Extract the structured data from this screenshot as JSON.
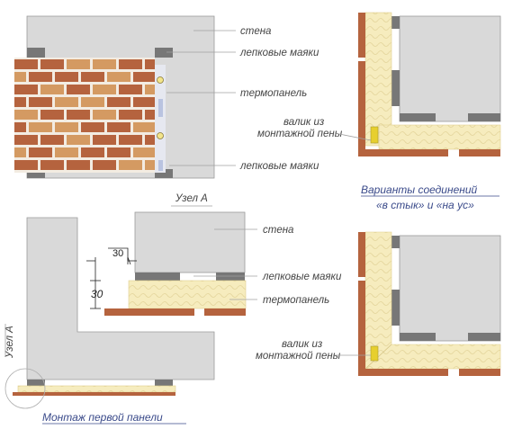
{
  "colors": {
    "wall": "#d9d9d9",
    "wall_edge": "#8e8e8e",
    "beacon": "#777777",
    "insulation": "#f6ecbe",
    "insulation_line": "#e6d7a0",
    "brick_dark": "#b5633e",
    "brick_light": "#d49a62",
    "foam": "#e7cf2e",
    "leader": "#a0a0a0",
    "caption": "#3a4a8a"
  },
  "labels": {
    "wall": "стена",
    "beacons": "лепковые маяки",
    "thermopanel": "термопанель",
    "foam_line1": "валик из",
    "foam_line2": "монтажной пены",
    "node_a": "Узел А"
  },
  "captions": {
    "joint_line1": "Варианты соединений",
    "joint_line2": "«в стык» и «на ус»",
    "first_panel": "Монтаж первой панели"
  },
  "dimensions": {
    "horizontal": "30",
    "vertical": "30"
  }
}
